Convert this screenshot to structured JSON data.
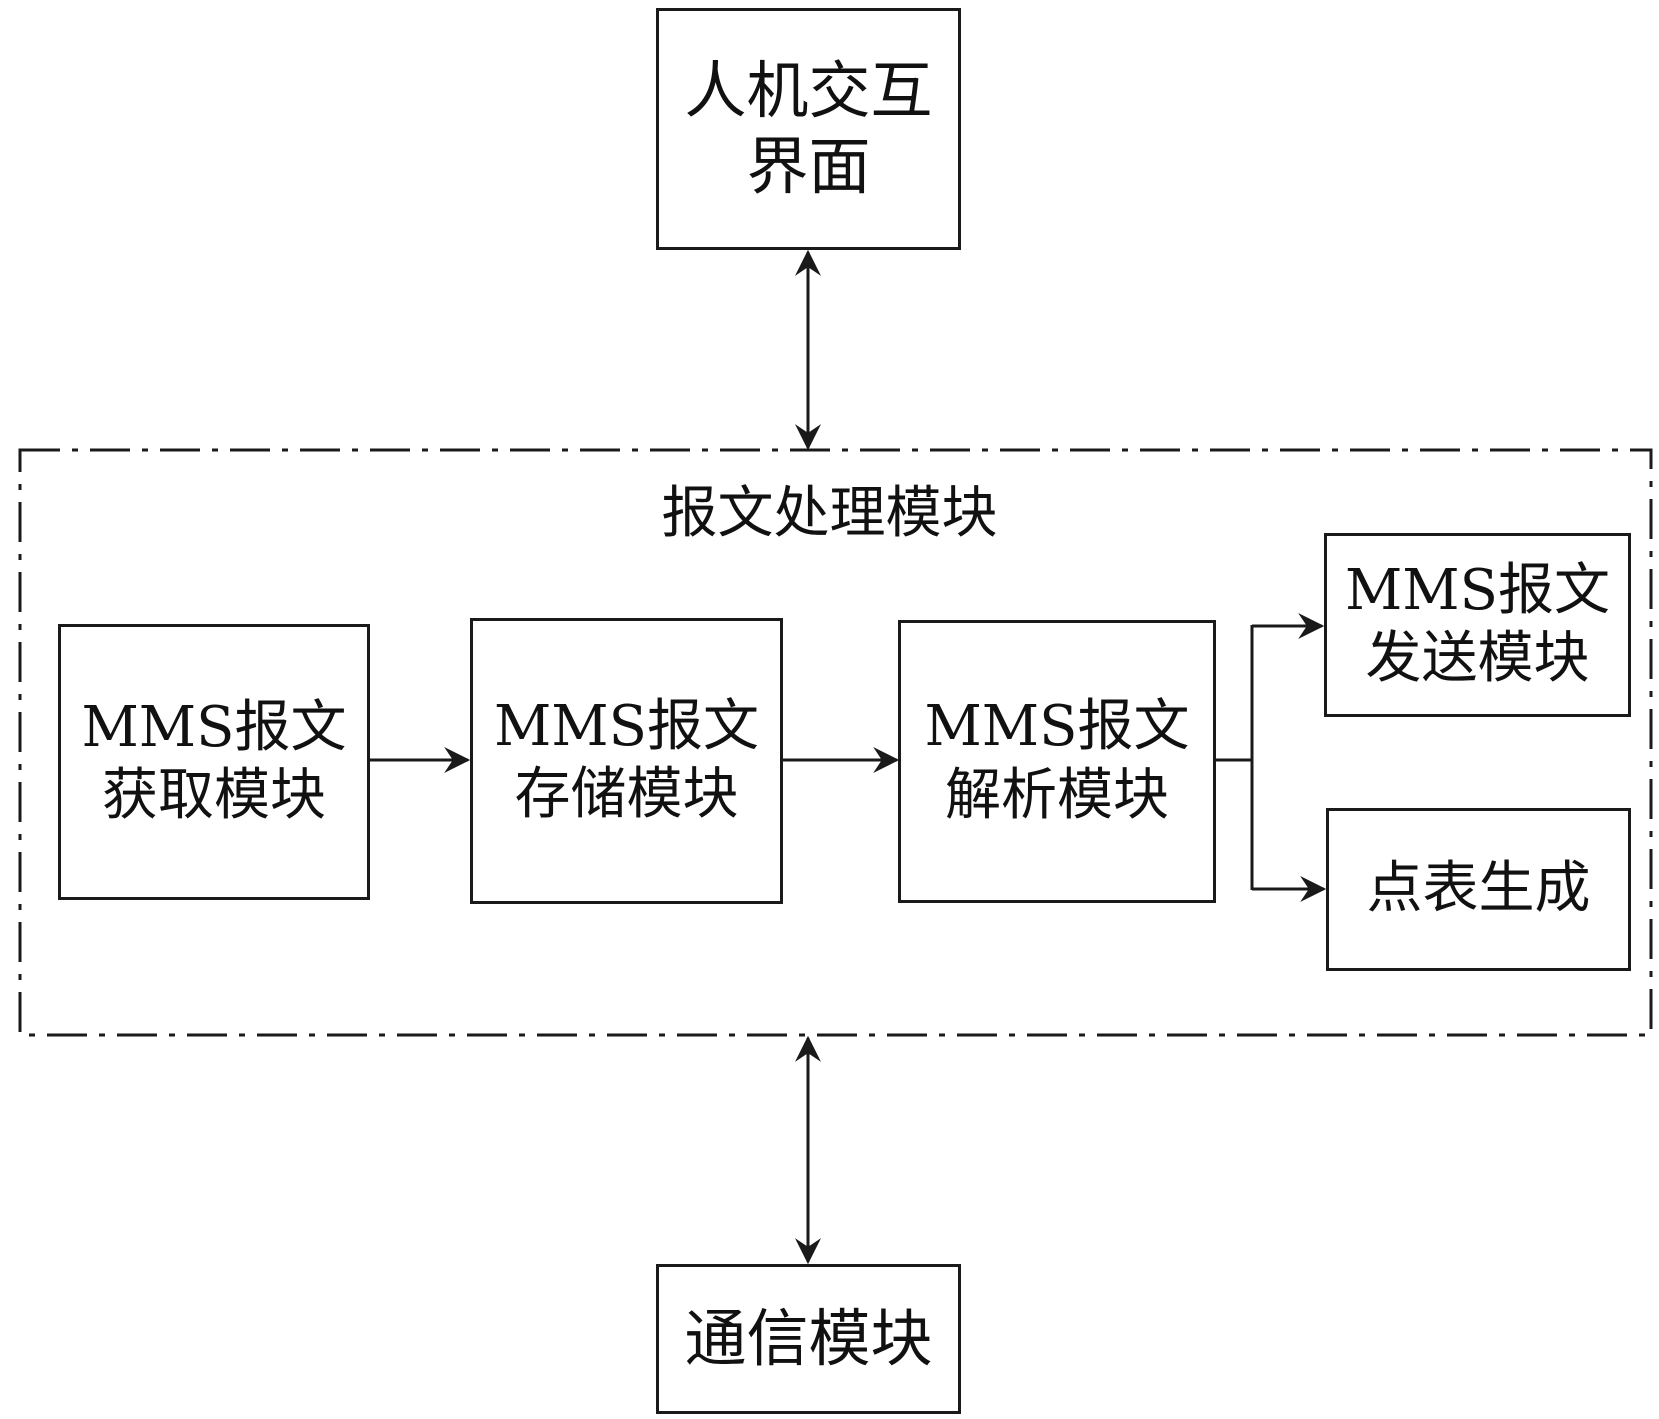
{
  "diagram": {
    "hmi_box": {
      "line1": "人机交互",
      "line2": "界面"
    },
    "processing_group": {
      "title": "报文处理模块"
    },
    "acquire_box": {
      "line1": "MMS报文",
      "line2": "获取模块"
    },
    "storage_box": {
      "line1": "MMS报文",
      "line2": "存储模块"
    },
    "parse_box": {
      "line1": "MMS报文",
      "line2": "解析模块"
    },
    "send_box": {
      "line1": "MMS报文",
      "line2": "发送模块"
    },
    "pointtable_box": {
      "line1": "点表生成"
    },
    "comm_box": {
      "line1": "通信模块"
    },
    "colors": {
      "stroke": "#1a1a1a",
      "text": "#111111",
      "background": "#ffffff"
    }
  }
}
